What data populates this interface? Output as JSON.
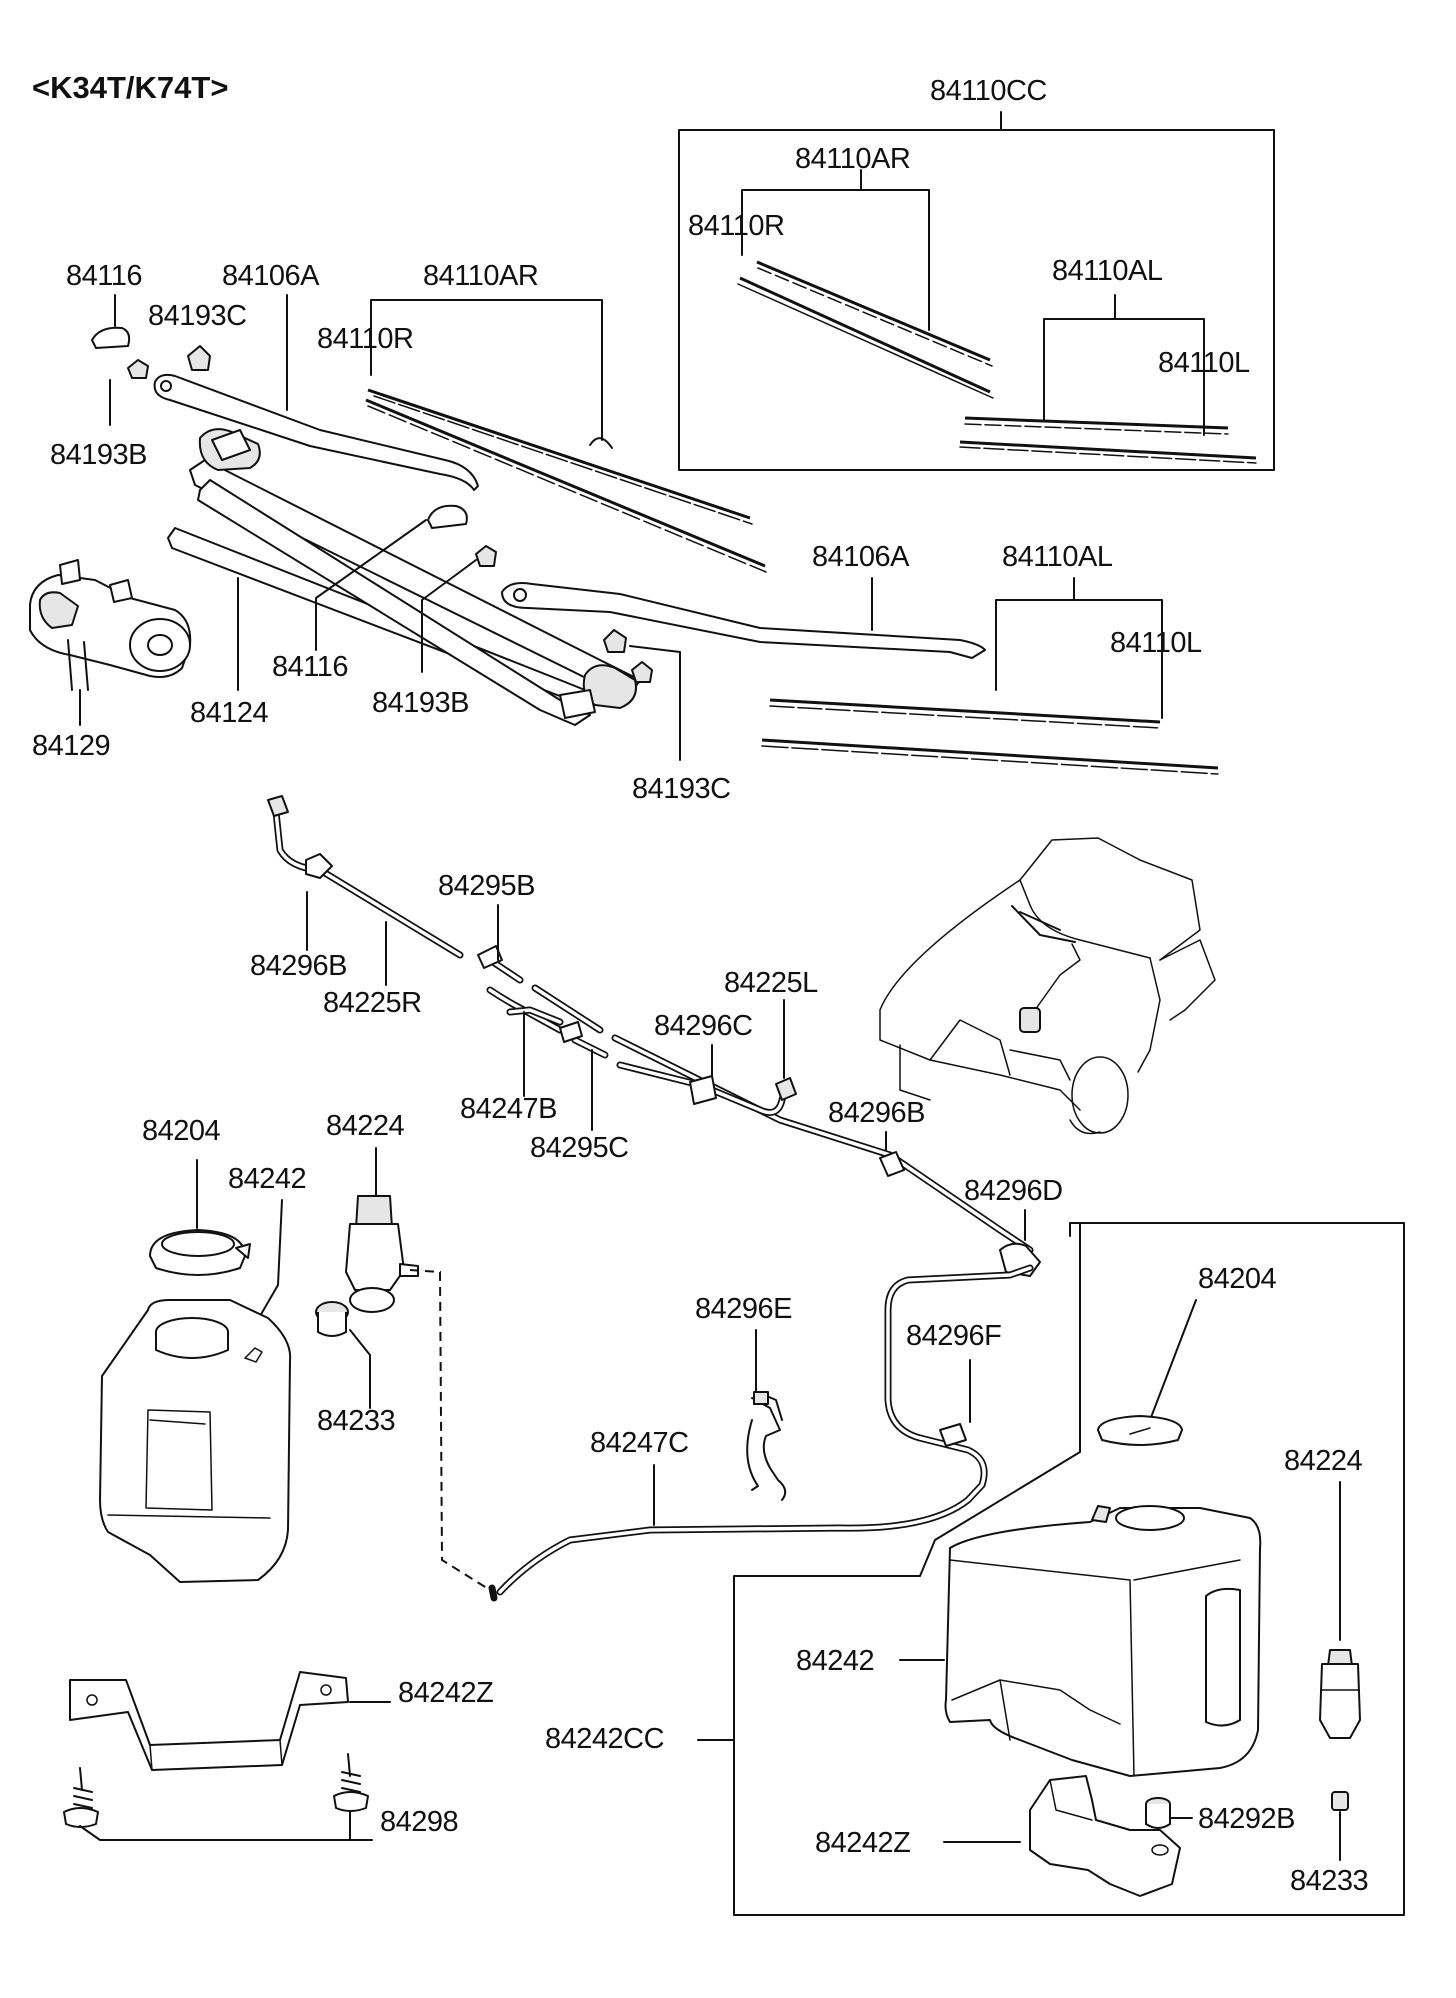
{
  "header": {
    "model_code": "<K34T/K74T>"
  },
  "labels": {
    "assembly_cc": "84110CC",
    "blade_ar_kit": "84110AR",
    "blade_r_kit": "84110R",
    "blade_al_kit": "84110AL",
    "blade_l_kit": "84110L",
    "cap_84116_top": "84116",
    "arm_84106a_top": "84106A",
    "blade_ar_main": "84110AR",
    "nut_84193c_top": "84193C",
    "blade_r_main": "84110R",
    "nut_84193b_left": "84193B",
    "arm_84106a_mid": "84106A",
    "blade_al_main": "84110AL",
    "blade_l_main": "84110L",
    "cap_84116_mid": "84116",
    "linkage_84124": "84124",
    "nut_84193b_mid": "84193B",
    "motor_84129": "84129",
    "nut_84193c_bottom": "84193C",
    "joint_84295b": "84295B",
    "clip_84296b_left": "84296B",
    "nozzle_84225r": "84225R",
    "nozzle_84225l": "84225L",
    "clip_84296c": "84296C",
    "hose_84247b": "84247B",
    "joint_84295c": "84295C",
    "clip_84296b_right": "84296B",
    "cap_84204_left": "84204",
    "pump_84224_left": "84224",
    "reservoir_84242_left": "84242",
    "clip_84296d": "84296D",
    "grommet_84233_left": "84233",
    "cap_84204_right": "84204",
    "clip_84296e": "84296E",
    "clip_84296f": "84296F",
    "hose_84247c": "84247C",
    "pump_84224_right": "84224",
    "bracket_84242z_left": "84242Z",
    "reservoir_84242_right": "84242",
    "reservoir_assembly_84242cc": "84242CC",
    "screw_84298": "84298",
    "seal_84292b": "84292B",
    "bracket_84242z_right": "84242Z",
    "grommet_84233_right": "84233"
  }
}
